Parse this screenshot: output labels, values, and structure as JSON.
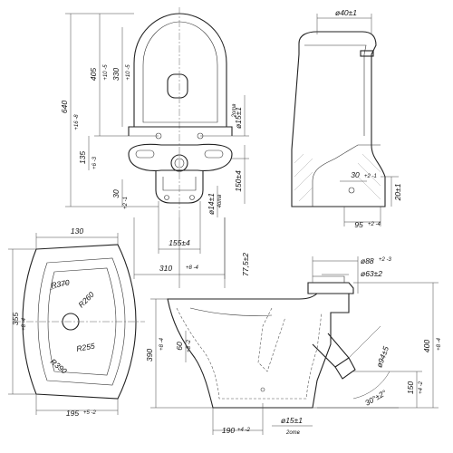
{
  "dimensions": {
    "d40": "ø40±1",
    "h405": "405",
    "tol405": "+10 -5",
    "h330": "330",
    "tol330": "+10 -5",
    "h640": "640",
    "tol640": "+16 -8",
    "d15top": "ø15±1",
    "d15topNote": "2отв",
    "h135": "135",
    "tol135": "+6 -3",
    "h30left": "30",
    "tol30left": "+2 -1",
    "d150": "150±4",
    "d14": "ø14±1",
    "d14Note": "4отв",
    "w30": "30",
    "tolw30": "+2 -1",
    "h20": "20±1",
    "w95": "95",
    "tolw95": "+2 -4",
    "w155": "155±4",
    "w310": "310",
    "tolw310": "+8 -4",
    "h775": "77,5±2",
    "w130": "130",
    "r370": "R370",
    "r260": "R260",
    "h355": "355",
    "tol355": "+8 -4",
    "r255": "R255",
    "r390": "R390",
    "w195": "195",
    "tolw195": "+5 -2",
    "d88": "ø88",
    "told88": "+2 -3",
    "d63": "ø63±2",
    "h60": "60",
    "tol60": "+3 -2",
    "h390": "390",
    "tol390": "+8 -4",
    "h400": "400",
    "tol400": "+8 -4",
    "d94": "ø94±5",
    "h150": "150",
    "tol150": "+4 -2",
    "ang": "30°±2°",
    "w190": "190",
    "tolw190": "+4 -2",
    "d15bot": "ø15±1",
    "d15botNote": "2отв"
  }
}
